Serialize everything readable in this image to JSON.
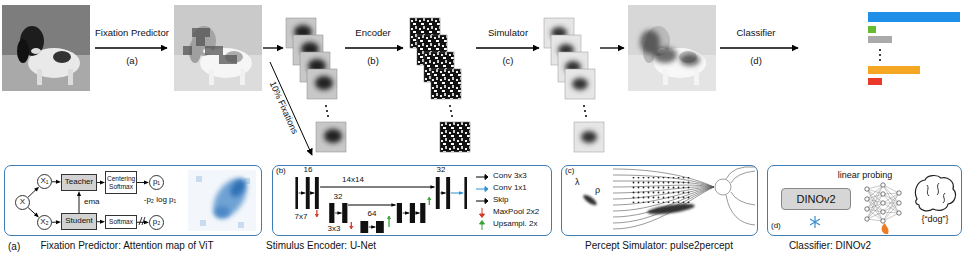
{
  "diagram": {
    "nodes": [
      {
        "text": [
          "Fixation Predictor: Attention map of ViT"
        ]
      },
      {
        "text": [
          "X"
        ],
        "in": 0
      },
      {
        "text": [
          "X₁"
        ],
        "in": 0
      },
      {
        "text": [
          "X₂"
        ],
        "in": 0
      },
      {
        "text": [
          "Teacher"
        ],
        "in": 0
      },
      {
        "text": [
          "Student"
        ],
        "in": 0
      },
      {
        "text": [
          "Centering Softmax"
        ],
        "in": 0
      },
      {
        "text": [
          "Softmax"
        ],
        "in": 0
      },
      {
        "text": [
          "p₁"
        ],
        "in": 0
      },
      {
        "text": [
          "p₂"
        ],
        "in": 0
      },
      {
        "text": [
          "Stimulus Encoder: U-Net"
        ]
      },
      {
        "text": [
          "Percept Simulator: pulse2percept"
        ]
      },
      {
        "text": [
          "Classifier: DINOv2"
        ]
      },
      {
        "text": [
          "DINOv2"
        ],
        "in": 12
      }
    ],
    "edges": [
      {
        "from": 1,
        "to": 2,
        "arrow": "to"
      },
      {
        "from": 1,
        "to": 3,
        "arrow": "to"
      },
      {
        "from": 2,
        "to": 4,
        "arrow": "to"
      },
      {
        "from": 3,
        "to": 5,
        "arrow": "to"
      },
      {
        "from": 5,
        "to": 4,
        "label": "ema",
        "arrow": "to"
      },
      {
        "from": 4,
        "to": 6,
        "arrow": "to"
      },
      {
        "from": 6,
        "to": 8,
        "arrow": "to"
      },
      {
        "from": 5,
        "to": 7,
        "arrow": "to"
      },
      {
        "from": 7,
        "to": 9,
        "arrow": "to"
      }
    ],
    "labels": [
      "Fixation Predictor",
      "(a)",
      "10% Fixations",
      "Encoder",
      "(b)",
      "Simulator",
      "(c)",
      "Classifier",
      "(d)",
      "-p₂ log p₁",
      "(a)",
      "(b)",
      "16",
      "14x14",
      "32",
      "7x7",
      "32",
      "3x3",
      "64",
      "(c)",
      "λ",
      "ρ",
      "linear probing",
      "{“dog”}",
      "(d)"
    ],
    "legend": [
      {
        "text": "Conv 3x3"
      },
      {
        "text": "Conv 1x1"
      },
      {
        "text": "Skip"
      },
      {
        "text": "MaxPool 2x2"
      },
      {
        "text": "Upsampl. 2x"
      }
    ]
  }
}
